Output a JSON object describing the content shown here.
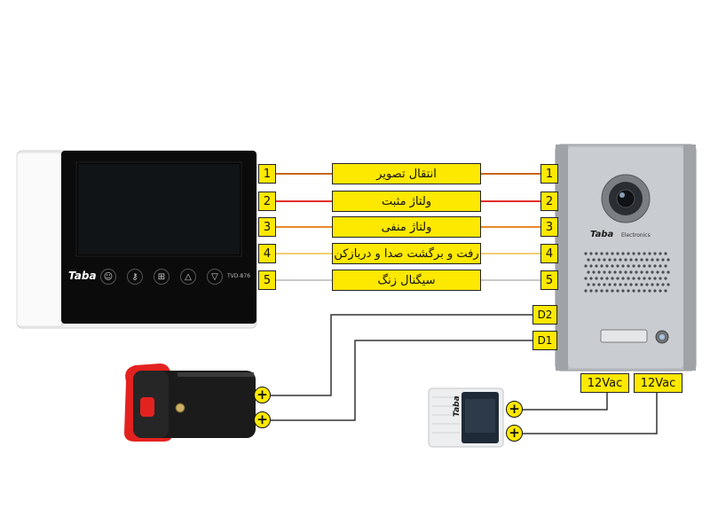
{
  "monitor": {
    "brand": "Taba",
    "model": "TVD-876",
    "button_icons": [
      "user-icon",
      "key-icon",
      "menu-grid-icon",
      "up-arrow-icon",
      "down-arrow-icon"
    ]
  },
  "door_panel": {
    "brand": "Taba",
    "brand_sub": "Electronics"
  },
  "wires": [
    {
      "left_num": "1",
      "right_num": "1",
      "function": "انتقال تصویر",
      "color": "#c8661e"
    },
    {
      "left_num": "2",
      "right_num": "2",
      "function": "ولتاژ مثبت",
      "color": "#e0302a"
    },
    {
      "left_num": "3",
      "right_num": "3",
      "function": "ولتاژ منفی",
      "color": "#e8892c"
    },
    {
      "left_num": "4",
      "right_num": "4",
      "function": "رفت و برگشت صدا و دربازکن",
      "color": "#f2cf74"
    },
    {
      "left_num": "5",
      "right_num": "5",
      "function": "سیگنال زنگ",
      "color": "#c9c9c9"
    }
  ],
  "lock_terminals": {
    "d2": "D2",
    "d1": "D1",
    "plus1": "+",
    "plus2": "+"
  },
  "power": {
    "label_left": "12Vac",
    "label_right": "12Vac",
    "plus1": "+",
    "plus2": "+",
    "adapter_brand": "Taba"
  },
  "colors": {
    "label_fill": "#fde800",
    "wire_dark": "#333333"
  }
}
